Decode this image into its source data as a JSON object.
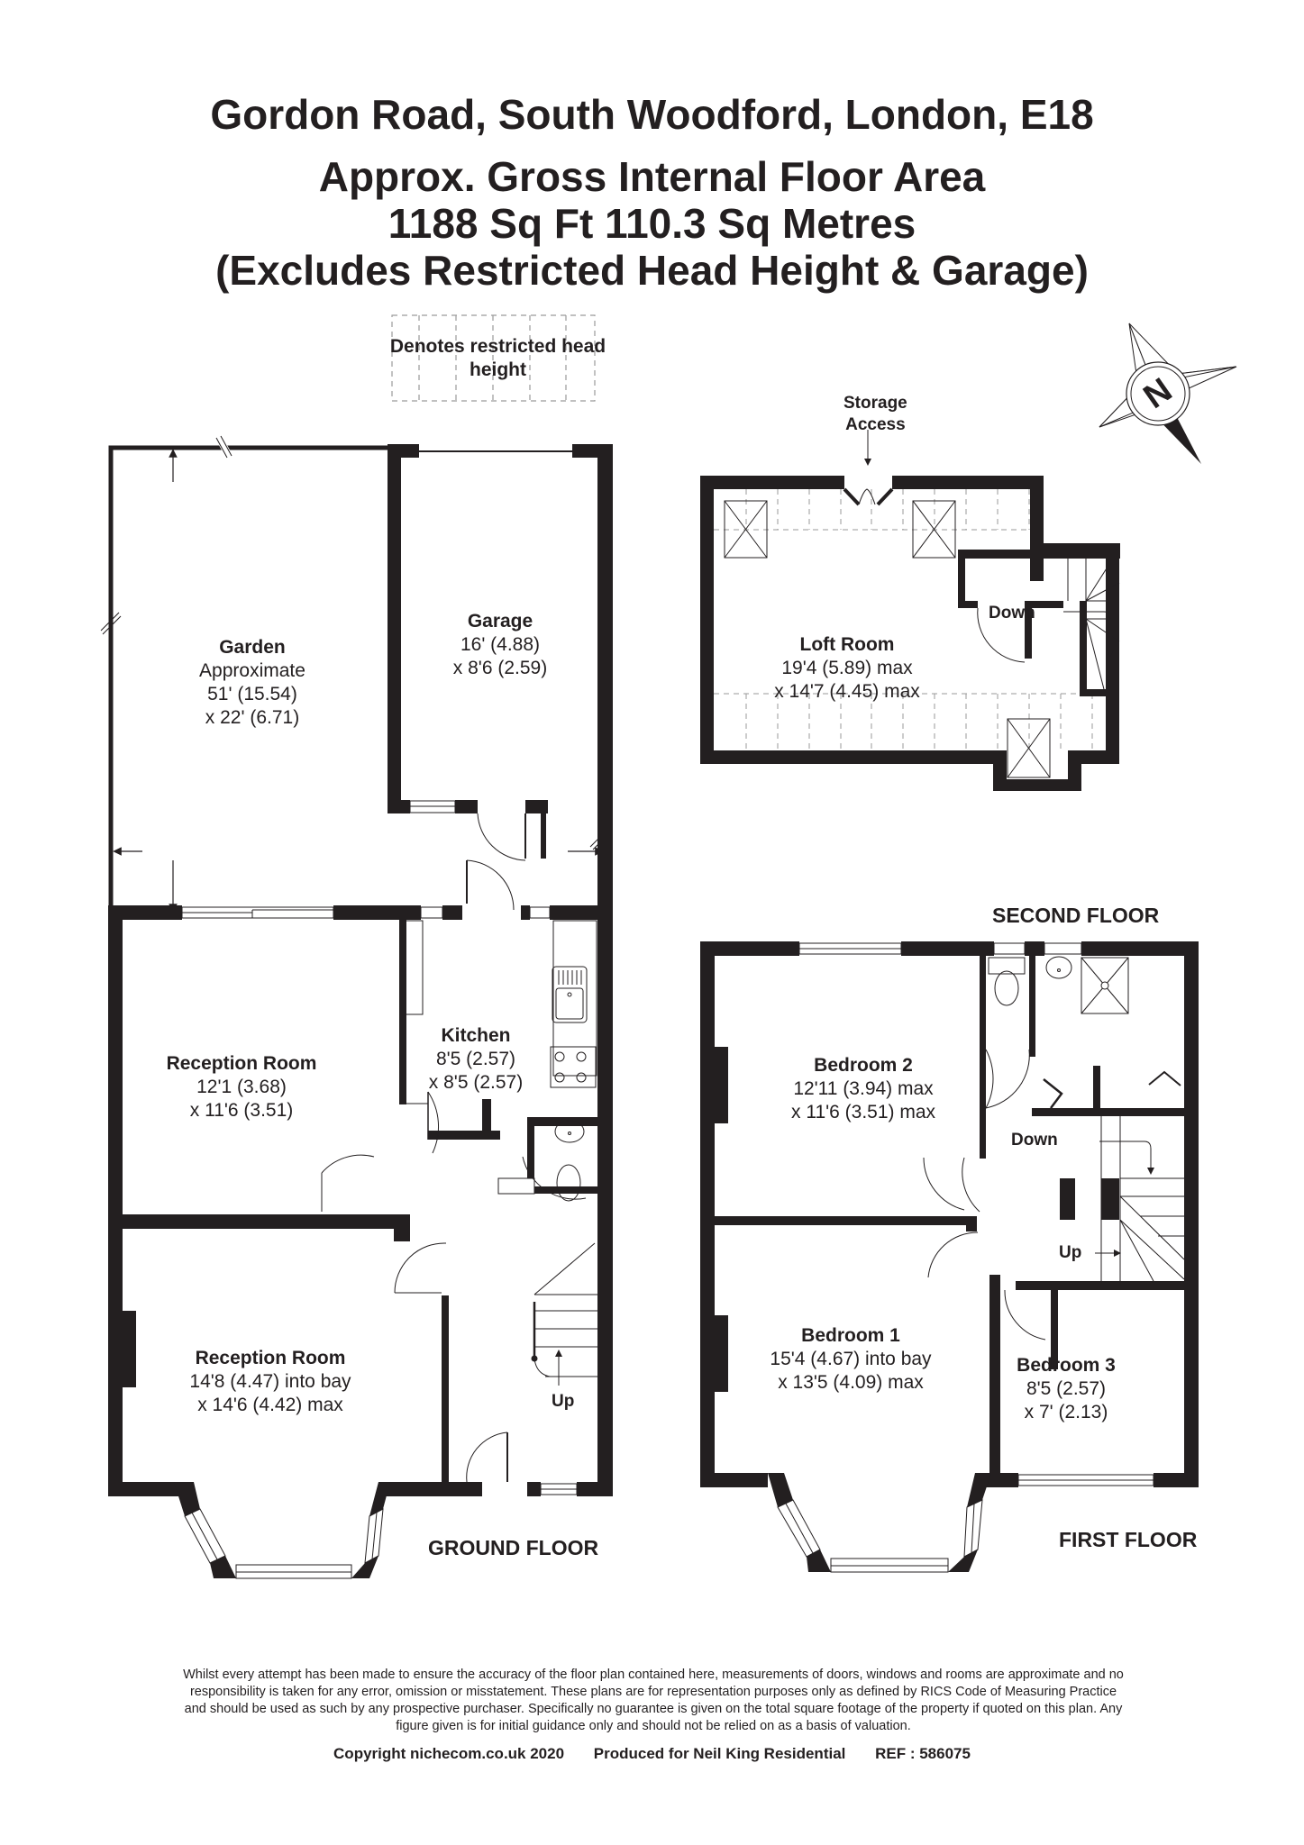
{
  "header": {
    "address": "Gordon Road, South Woodford, London, E18",
    "area_line1": "Approx. Gross Internal Floor Area",
    "area_line2": "1188 Sq Ft 110.3 Sq Metres",
    "area_line3": "(Excludes Restricted Head Height & Garage)"
  },
  "legend": {
    "restricted_head_height": "Denotes restricted head height"
  },
  "compass": {
    "label": "N",
    "icon": "north-compass-icon"
  },
  "ground_floor": {
    "label": "GROUND FLOOR",
    "rooms": [
      {
        "name": "Garden",
        "dims": [
          "Approximate",
          "51' (15.54)",
          "x 22' (6.71)"
        ]
      },
      {
        "name": "Garage",
        "dims": [
          "16' (4.88)",
          "x 8'6 (2.59)"
        ]
      },
      {
        "name": "Reception Room",
        "dims": [
          "12'1 (3.68)",
          "x 11'6 (3.51)"
        ]
      },
      {
        "name": "Kitchen",
        "dims": [
          "8'5 (2.57)",
          "x 8'5 (2.57)"
        ]
      },
      {
        "name": "Reception Room",
        "dims": [
          "14'8 (4.47) into bay",
          "x 14'6 (4.42) max"
        ]
      }
    ],
    "stairs_label": "Up"
  },
  "first_floor": {
    "label": "FIRST FLOOR",
    "rooms": [
      {
        "name": "Bedroom 2",
        "dims": [
          "12'11 (3.94) max",
          "x 11'6 (3.51) max"
        ]
      },
      {
        "name": "Bedroom 1",
        "dims": [
          "15'4 (4.67) into bay",
          "x 13'5 (4.09) max"
        ]
      },
      {
        "name": "Bedroom 3",
        "dims": [
          "8'5 (2.57)",
          "x 7' (2.13)"
        ]
      }
    ],
    "stairs_down": "Down",
    "stairs_up": "Up"
  },
  "second_floor": {
    "label": "SECOND FLOOR",
    "storage_access": [
      "Storage",
      "Access"
    ],
    "rooms": [
      {
        "name": "Loft Room",
        "dims": [
          "19'4 (5.89) max",
          "x 14'7 (4.45) max"
        ]
      }
    ],
    "stairs_down": "Down"
  },
  "footer": {
    "disclaimer": "Whilst every attempt has been made to ensure the accuracy of the floor plan contained here, measurements of doors, windows and rooms are approximate and no responsibility is taken for any error, omission or misstatement. These plans are for representation purposes only as defined by RICS Code of Measuring Practice and should be used as such by any prospective purchaser. Specifically no guarantee is given on the total square footage of the property if quoted on this plan. Any figure given is for initial guidance only and should not be relied on as a basis of valuation.",
    "copyright": "Copyright nichecom.co.uk 2020",
    "produced_for": "Produced for Neil King Residential",
    "ref": "REF : 586075"
  },
  "colors": {
    "wall": "#231f20",
    "text": "#231f20",
    "dashed": "#9a9a9a",
    "background": "#ffffff"
  }
}
